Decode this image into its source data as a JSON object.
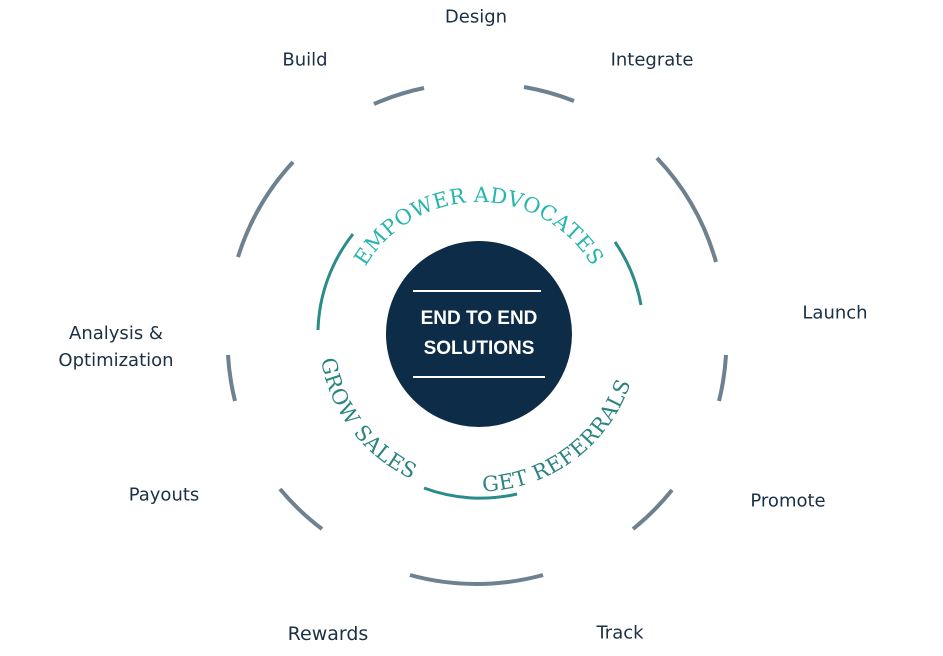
{
  "center": {
    "line1": "END TO END",
    "line2": "SOLUTIONS"
  },
  "inner_ring": {
    "labels": [
      "EMPOWER ADVOCATES",
      "GET REFERRALS",
      "GROW SALES"
    ]
  },
  "outer_ring": {
    "labels": [
      "Design",
      "Integrate",
      "Launch",
      "Promote",
      "Track",
      "Rewards",
      "Payouts",
      "Analysis & Optimization",
      "Build"
    ]
  },
  "colors": {
    "outer_ring": "#6d8191",
    "inner_ring": "#2a8c89",
    "inner_text_top": "#26b5ad",
    "inner_text": "#2a8480",
    "center_fill": "#0d2c48",
    "label_text": "#1b2f45"
  }
}
